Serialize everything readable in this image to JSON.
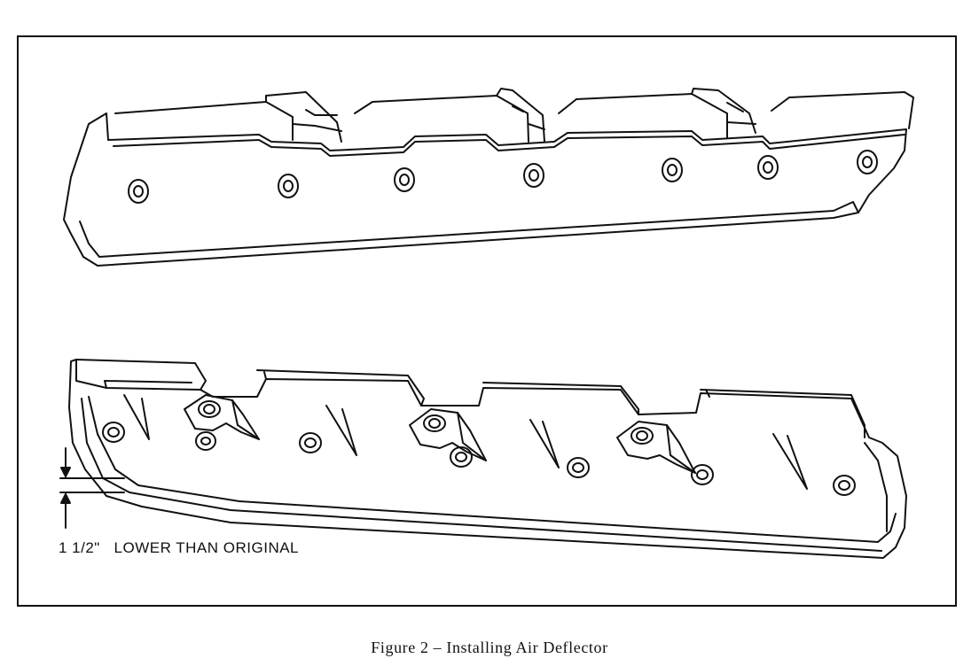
{
  "figure": {
    "dimension_label": "1 1/2\"   LOWER THAN ORIGINAL",
    "caption": "Figure 2 – Installing Air Deflector"
  },
  "parts": [
    {
      "name": "air-deflector-original-position",
      "holes": 7
    },
    {
      "name": "air-deflector-lowered-position",
      "studs": 7,
      "brackets": 3,
      "ribs": 4
    }
  ],
  "colors": {
    "line": "#111111",
    "background": "#ffffff"
  }
}
